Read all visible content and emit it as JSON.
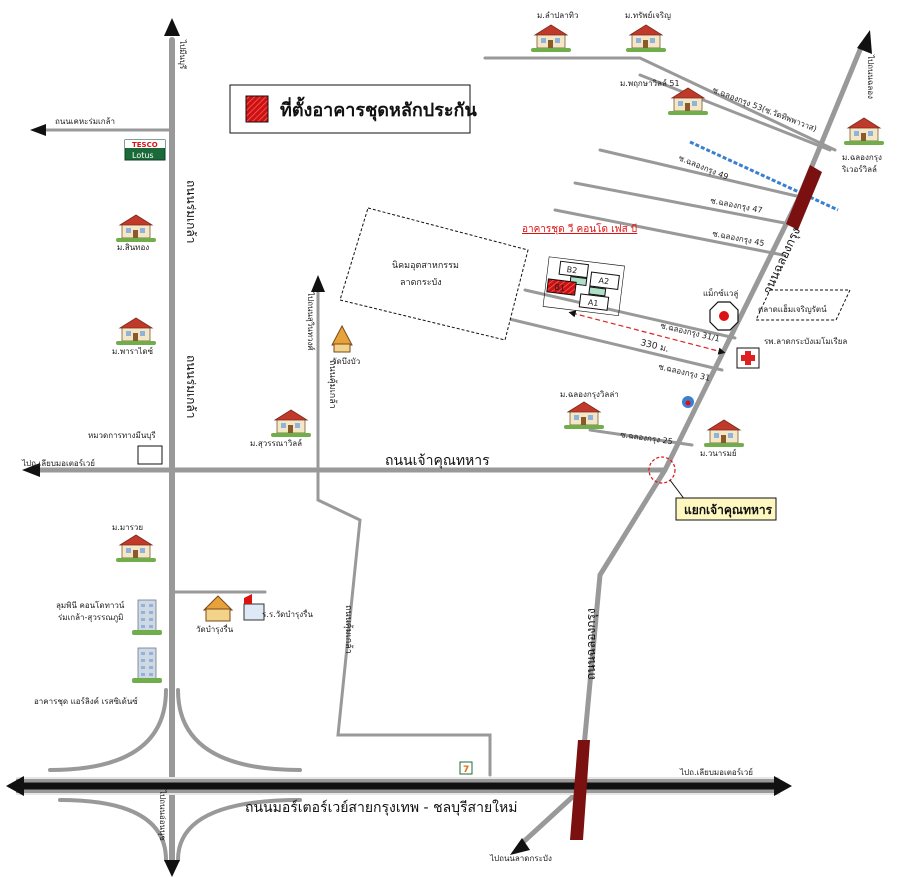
{
  "legend": {
    "label": "ที่ตั้งอาคารชุดหลักประกัน",
    "swatch_color": "#cc1111"
  },
  "roads": {
    "motorway": "ถนนมอร์เตอร์เวย์สายกรุงเทพ - ชลบุรีสายใหม่",
    "romklao_upper": "ถนนร่มเกล้า",
    "romklao_middle": "ถนนร่มเกล้า",
    "chaokhun": "ถนนเจ้าคุณทหาร",
    "chalong_upper": "ถนนฉลองกรุง",
    "chalong_lower": "ถนนฉลองกรุง",
    "khumklao_upper": "ถนนคุ้มเกล้า",
    "khumklao_lower": "ถนนคุ้มเกล้า"
  },
  "directions": {
    "to_minburi": "ไปมีนบุรี",
    "to_kehromklao": "ถนนเคหะร่มเกล้า",
    "to_motorway_left": "ไปถ.เลียบมอเตอร์เวย์",
    "to_motorway_right": "ไปถ.เลียบมอเตอร์เวย์",
    "to_lat_krabang": "ไปถนนลาดกระบัง",
    "to_onnut": "ไปถนนอ่อนนุช",
    "to_suwinthawong": "ไปถนนสุวินทวงศ์",
    "to_chalong_top": "ไปถนนฉลอง"
  },
  "sois": {
    "s53": "ซ.ฉลองกรุง 53(ซ.วัดทิพพาวาส)",
    "s49": "ซ.ฉลองกรุง 49",
    "s47": "ซ.ฉลองกรุง 47",
    "s45": "ซ.ฉลองกรุง 45",
    "s31_1": "ซ.ฉลองกรุง 31/1",
    "s31": "ซ.ฉลองกรุง 31",
    "s25": "ซ.ฉลองกรุง 25"
  },
  "villages": {
    "lamplatiw": "ม.ลำปลาทิว",
    "supcharoen": "ม.ทรัพย์เจริญ",
    "pruksa51": "ม.พฤกษาวิลล์ 51",
    "chalong_river_line1": "ม.ฉลองกรุง",
    "chalong_river_line2": "ริเวอร์วิลล์",
    "sinthong": "ม.สินทอง",
    "paradise": "ม.พาราไดซ์",
    "suwanna": "ม.สุวรรณาวิลล์",
    "chalongvilla": "ม.ฉลองกรุงวิลล่า",
    "wanarom": "ม.วนารมย์",
    "marui": "ม.มารวย"
  },
  "places": {
    "lotus_top": "TESCO",
    "lotus_bottom": "Lotus",
    "estate_line1": "นิคมอุตสาหกรรม",
    "estate_line2": "ลาดกระบัง",
    "condo_title": "อาคารชุด วี คอนโด เฟส บี",
    "distance": "330 ม.",
    "maxvalu": "แม็กซ์แวลู่",
    "market": "ตลาดแฮ็มเจริญรัตน์",
    "hospital": "รพ.ลาดกระบังเมโมเรียล",
    "wat_bungbua": "วัดบึงบัว",
    "wat_bamrung": "วัดบำรุงรื่น",
    "school": "ร.ร.วัดบำรุงรื่น",
    "highway_district": "หมวดการทางมีนบุรี",
    "lumpini_line1": "ลุมพินี คอนโดทาวน์",
    "lumpini_line2": "ร่มเกล้า-สุวรรณภูมิ",
    "airlink": "อาคารชุด แอร์ลิงค์ เรสซิเด้นซ์",
    "junction": "แยกเจ้าคุณทหาร",
    "seven": "7"
  },
  "buildings": {
    "b2": "B2",
    "b1": "B1",
    "a2": "A2",
    "a1": "A1"
  },
  "colors": {
    "road": "#999999",
    "motorway": "#111111",
    "bridge": "#7a1010",
    "canal": "#3a7fd0",
    "junction_box": "#fff7c0",
    "hospital_cross": "#e02020"
  }
}
